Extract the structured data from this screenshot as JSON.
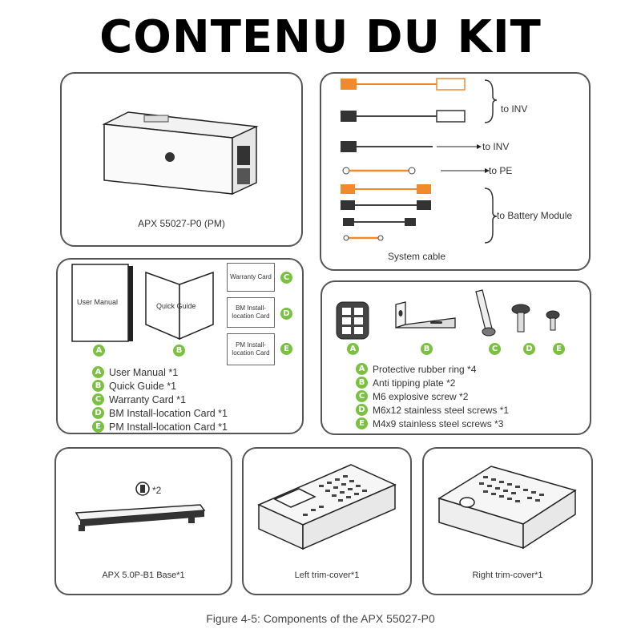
{
  "title": "CONTENU DU KIT",
  "panels": {
    "pm": {
      "caption": "APX 55027-P0 (PM)"
    },
    "cables": {
      "caption": "System cable",
      "labels": {
        "inv_group": "to INV",
        "inv_single": "to INV",
        "pe": "to PE",
        "battery": "to Battery Module"
      }
    },
    "documents": {
      "user_manual": "User Manual",
      "quick_guide": "Quick Guide",
      "warranty_card": "Warranty Card",
      "bm_card": "BM Install-location Card",
      "pm_card": "PM Install-location Card",
      "legend": [
        {
          "letter": "A",
          "text": "User Manual *1"
        },
        {
          "letter": "B",
          "text": "Quick Guide *1"
        },
        {
          "letter": "C",
          "text": "Warranty Card *1"
        },
        {
          "letter": "D",
          "text": "BM Install-location Card *1"
        },
        {
          "letter": "E",
          "text": "PM Install-location Card *1"
        }
      ]
    },
    "hardware": {
      "legend": [
        {
          "letter": "A",
          "text": "Protective rubber ring *4"
        },
        {
          "letter": "B",
          "text": "Anti tipping plate *2"
        },
        {
          "letter": "C",
          "text": "M6 explosive screw *2"
        },
        {
          "letter": "D",
          "text": "M6x12 stainless steel screws *1"
        },
        {
          "letter": "E",
          "text": "M4x9 stainless steel screws *3"
        }
      ]
    },
    "base": {
      "caption": "APX 5.0P-B1 Base*1",
      "screw_qty": "*2"
    },
    "left_cover": {
      "caption": "Left trim-cover*1"
    },
    "right_cover": {
      "caption": "Right trim-cover*1"
    }
  },
  "badge_letters": {
    "a": "A",
    "b": "B",
    "c": "C",
    "d": "D",
    "e": "E"
  },
  "footer": "Figure 4-5: Components of the APX 55027-P0",
  "colors": {
    "accent_green": "#7ac142",
    "cable_orange": "#f08a2c",
    "outline": "#555555"
  }
}
